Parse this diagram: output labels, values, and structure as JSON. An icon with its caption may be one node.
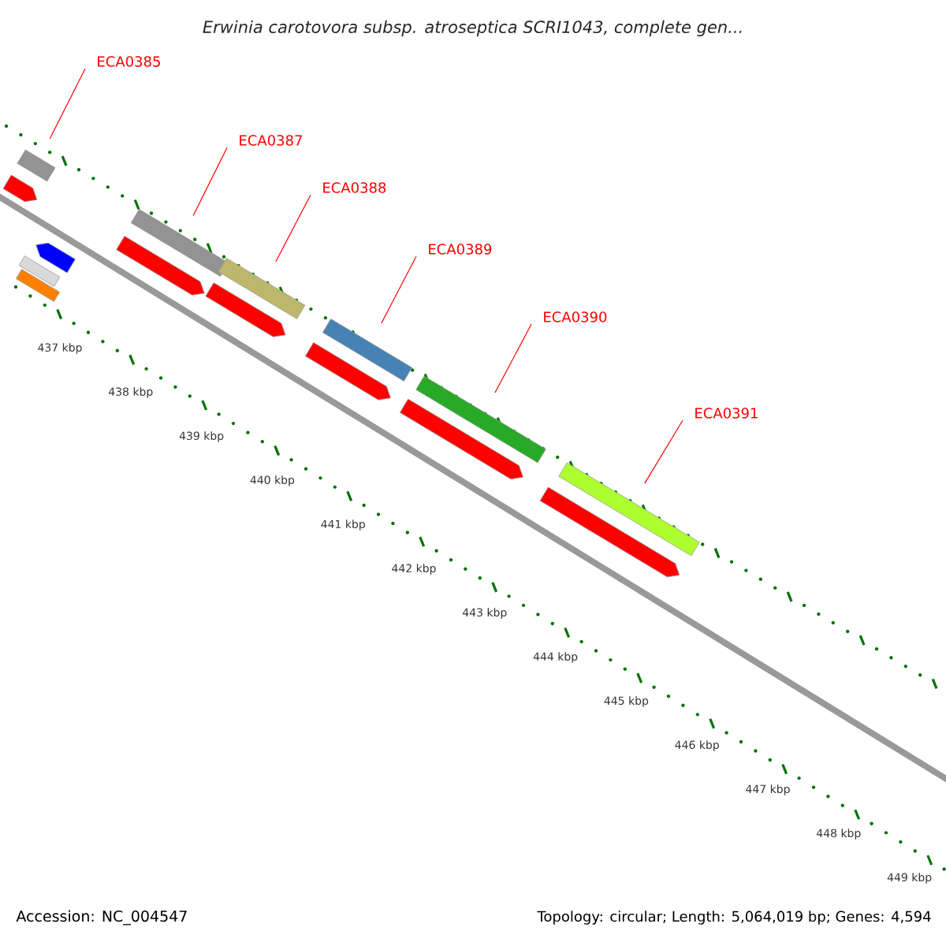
{
  "diagram": {
    "title": "Erwinia carotovora subsp. atroseptica SCRI1043, complete gen...",
    "nodes": [
      {
        "text": [
          "ECA0385"
        ]
      },
      {
        "text": [
          "ECA0387"
        ]
      },
      {
        "text": [
          "ECA0388"
        ]
      },
      {
        "text": [
          "ECA0389"
        ]
      },
      {
        "text": [
          "ECA0390"
        ]
      },
      {
        "text": [
          "ECA0391"
        ]
      },
      {
        "text": [],
        "shape": "bar"
      },
      {
        "text": [],
        "shape": "bar"
      },
      {
        "text": [],
        "shape": "bar"
      },
      {
        "text": [],
        "shape": "bar"
      },
      {
        "text": [],
        "shape": "bar"
      },
      {
        "text": [],
        "shape": "bar"
      },
      {
        "text": [],
        "shape": "arrow"
      },
      {
        "text": [],
        "shape": "arrow"
      },
      {
        "text": [],
        "shape": "arrow"
      },
      {
        "text": [],
        "shape": "arrow"
      },
      {
        "text": [],
        "shape": "arrow"
      },
      {
        "text": [],
        "shape": "arrow"
      },
      {
        "text": [],
        "shape": "arrow"
      },
      {
        "text": [],
        "shape": "bar"
      },
      {
        "text": [],
        "shape": "bar"
      }
    ],
    "edges": [
      {
        "from": 0,
        "to": 6,
        "arrow": "none",
        "color": "#ff0000"
      },
      {
        "from": 1,
        "to": 7,
        "arrow": "none",
        "color": "#ff0000"
      },
      {
        "from": 2,
        "to": 8,
        "arrow": "none",
        "color": "#ff0000"
      },
      {
        "from": 3,
        "to": 9,
        "arrow": "none",
        "color": "#ff0000"
      },
      {
        "from": 4,
        "to": 10,
        "arrow": "none",
        "color": "#ff0000"
      },
      {
        "from": 5,
        "to": 11,
        "arrow": "none",
        "color": "#ff0000"
      }
    ],
    "labels": [
      "437 kbp",
      "438 kbp",
      "439 kbp",
      "440 kbp",
      "441 kbp",
      "442 kbp",
      "443 kbp",
      "444 kbp",
      "445 kbp",
      "446 kbp",
      "447 kbp",
      "448 kbp",
      "449 kbp",
      "Accession: NC_004547",
      "Topology: circular; Length: 5,064,019 bp; Genes: 4,594"
    ]
  }
}
